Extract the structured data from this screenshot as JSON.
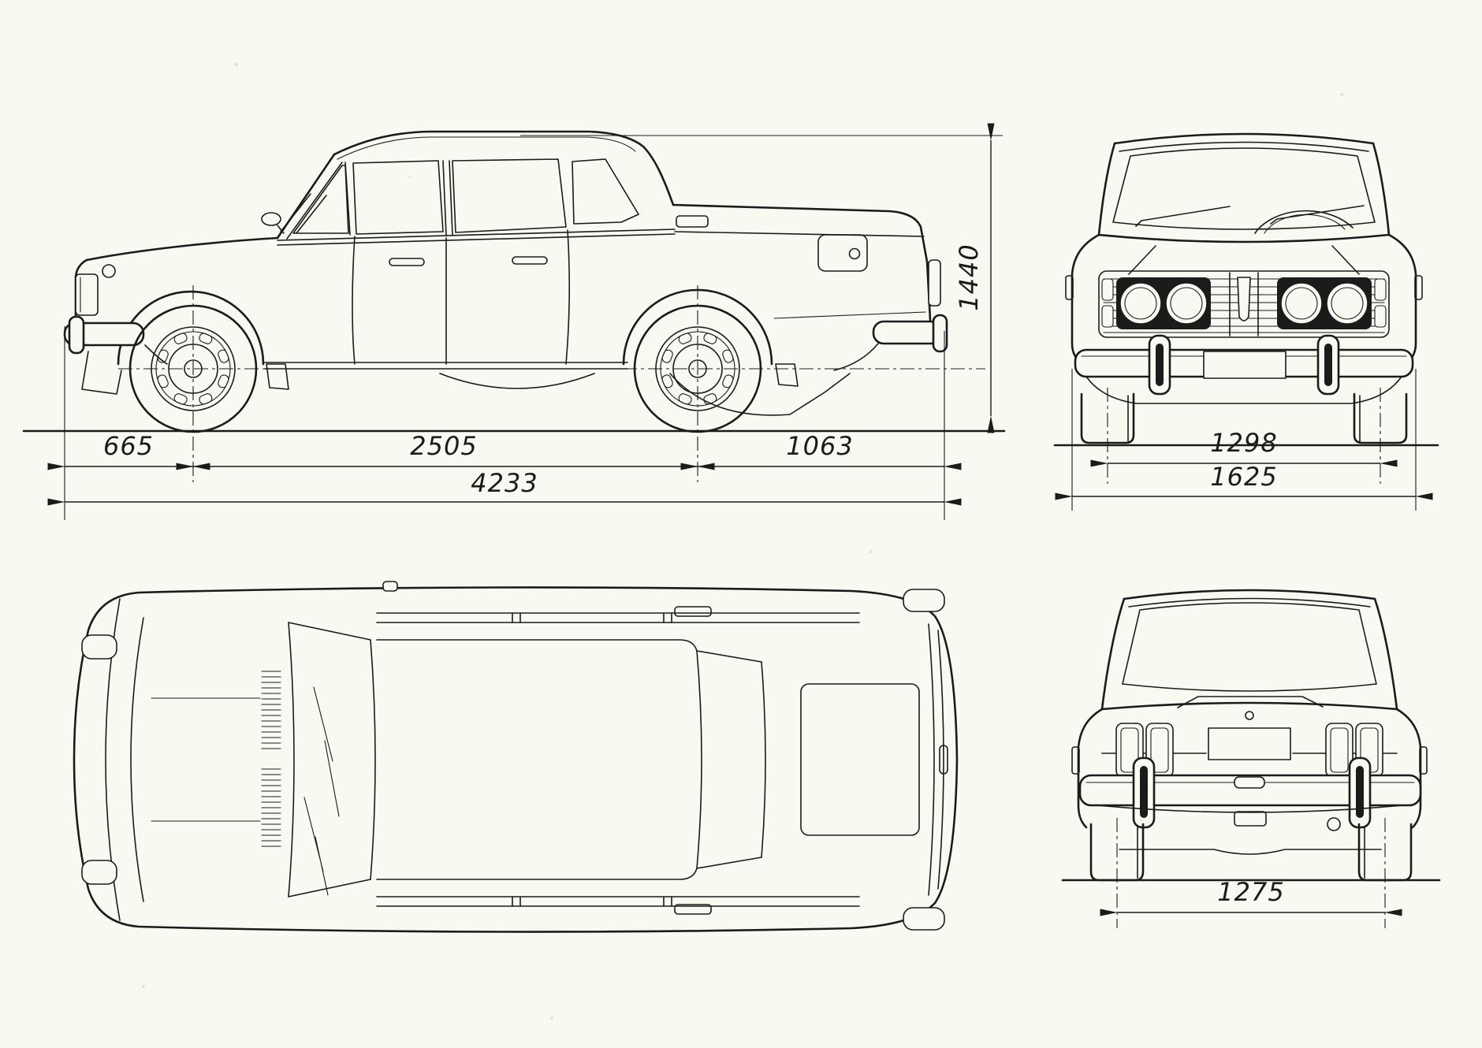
{
  "colors": {
    "paper": "#f9f8f1",
    "ink": "#1b1b1b"
  },
  "views": {
    "side": {
      "dimensions": {
        "front_overhang": "665",
        "wheelbase": "2505",
        "rear_overhang": "1063",
        "overall_length": "4233",
        "overall_height": "1440"
      }
    },
    "front": {
      "dimensions": {
        "front_track": "1298",
        "overall_width": "1625"
      }
    },
    "rear": {
      "dimensions": {
        "rear_track": "1275"
      }
    }
  }
}
